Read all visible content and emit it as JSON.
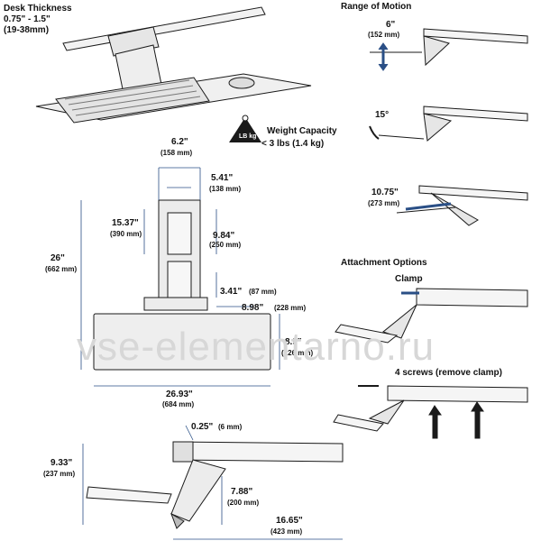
{
  "desk": {
    "title": "Desk Thickness",
    "range_in": "0.75\" - 1.5\"",
    "range_mm": "(19-38mm)"
  },
  "weight": {
    "icon_text": "LB kg",
    "label": "Weight Capacity",
    "value": "< 3 lbs (1.4 kg)"
  },
  "motion": {
    "title": "Range of Motion",
    "items": [
      {
        "value": "6\"",
        "metric": "(152 mm)"
      },
      {
        "value": "15°",
        "metric": ""
      },
      {
        "value": "10.75\"",
        "metric": "(273 mm)"
      }
    ]
  },
  "attachment": {
    "title": "Attachment Options",
    "clamp": "Clamp",
    "screws": "4 screws (remove clamp)"
  },
  "top_view": {
    "d1": {
      "value": "6.2\"",
      "metric": "(158 mm)"
    },
    "d2": {
      "value": "5.41\"",
      "metric": "(138 mm)"
    },
    "d3": {
      "value": "15.37\"",
      "metric": "(390 mm)"
    },
    "d4": {
      "value": "9.84\"",
      "metric": "(250 mm)"
    },
    "d5": {
      "value": "26\"",
      "metric": "(662 mm)"
    },
    "d6": {
      "value": "3.41\"",
      "metric": "(87 mm)"
    },
    "d7": {
      "value": "8.98\"",
      "metric": "(228 mm)"
    },
    "d8": {
      "value": "8.9\"",
      "metric": "(226 mm)"
    },
    "d9": {
      "value": "26.93\"",
      "metric": "(684 mm)"
    }
  },
  "side_view": {
    "d1": {
      "value": "0.25\"",
      "metric": "(6 mm)"
    },
    "d2": {
      "value": "9.33\"",
      "metric": "(237 mm)"
    },
    "d3": {
      "value": "7.88\"",
      "metric": "(200 mm)"
    },
    "d4": {
      "value": "16.65\"",
      "metric": "(423 mm)"
    }
  },
  "watermark": "vse-elementarno.ru",
  "colors": {
    "accent": "#2a4f86",
    "line": "#1a1a1a",
    "fill": "#e6e6e6"
  }
}
